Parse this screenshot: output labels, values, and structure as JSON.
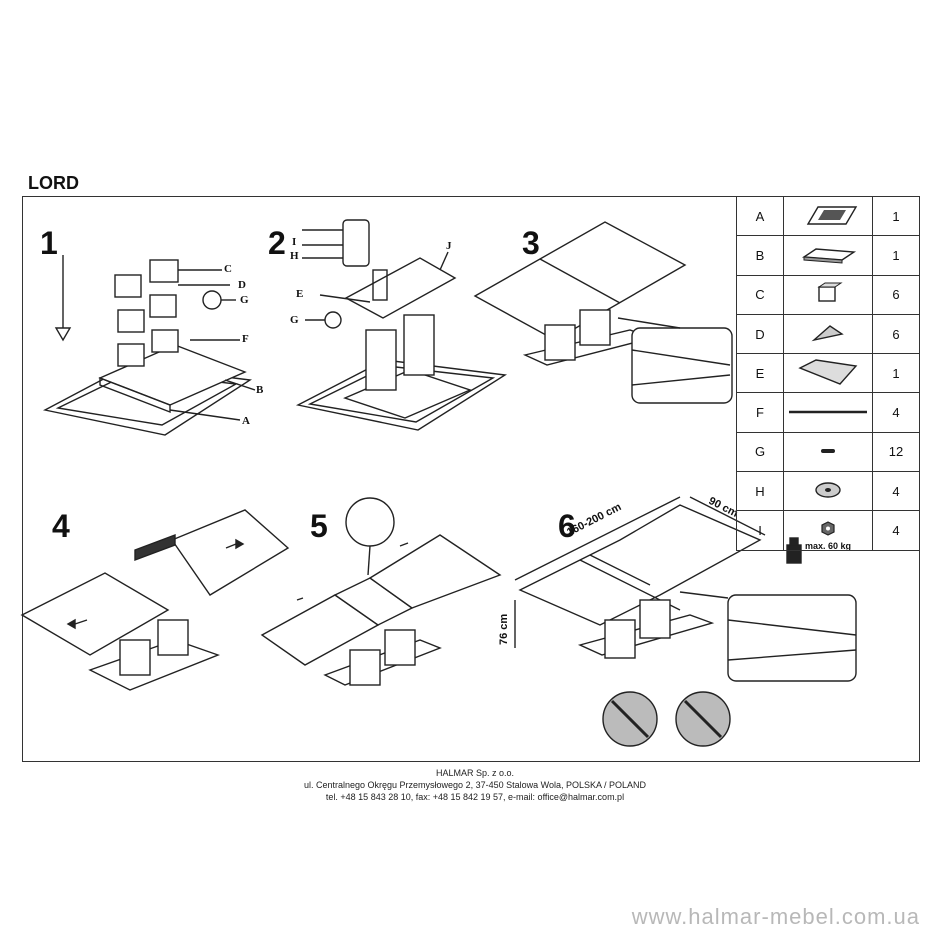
{
  "title": "LORD",
  "steps": [
    "1",
    "2",
    "3",
    "4",
    "5",
    "6"
  ],
  "step1_labels": {
    "c": "C",
    "d": "D",
    "g": "G",
    "f": "F",
    "b": "B",
    "a": "A"
  },
  "step2_labels": {
    "i": "I",
    "h": "H",
    "j": "J",
    "e": "E",
    "g": "G"
  },
  "step6": {
    "length": "160-200 cm",
    "width": "90 cm",
    "height": "76 cm",
    "max_load": "max. 60 kg"
  },
  "parts": [
    {
      "letter": "A",
      "icon": "tabletop-frame-icon",
      "qty": "1"
    },
    {
      "letter": "B",
      "icon": "base-plate-icon",
      "qty": "1"
    },
    {
      "letter": "C",
      "icon": "leg-block-icon",
      "qty": "6"
    },
    {
      "letter": "D",
      "icon": "corner-bracket-icon",
      "qty": "6"
    },
    {
      "letter": "E",
      "icon": "mounting-plate-icon",
      "qty": "1"
    },
    {
      "letter": "F",
      "icon": "rod-icon",
      "qty": "4"
    },
    {
      "letter": "G",
      "icon": "dowel-icon",
      "qty": "12"
    },
    {
      "letter": "H",
      "icon": "washer-icon",
      "qty": "4"
    },
    {
      "letter": "I",
      "icon": "nut-icon",
      "qty": "4"
    }
  ],
  "footer": {
    "company": "HALMAR Sp. z o.o.",
    "address": "ul. Centralnego Okręgu Przemysłowego 2, 37-450 Stalowa Wola, POLSKA / POLAND",
    "contact": "tel. +48 15 843 28 10, fax: +48 15 842 19 57, e-mail: office@halmar.com.pl"
  },
  "watermark": "www.halmar-mebel.com.ua"
}
